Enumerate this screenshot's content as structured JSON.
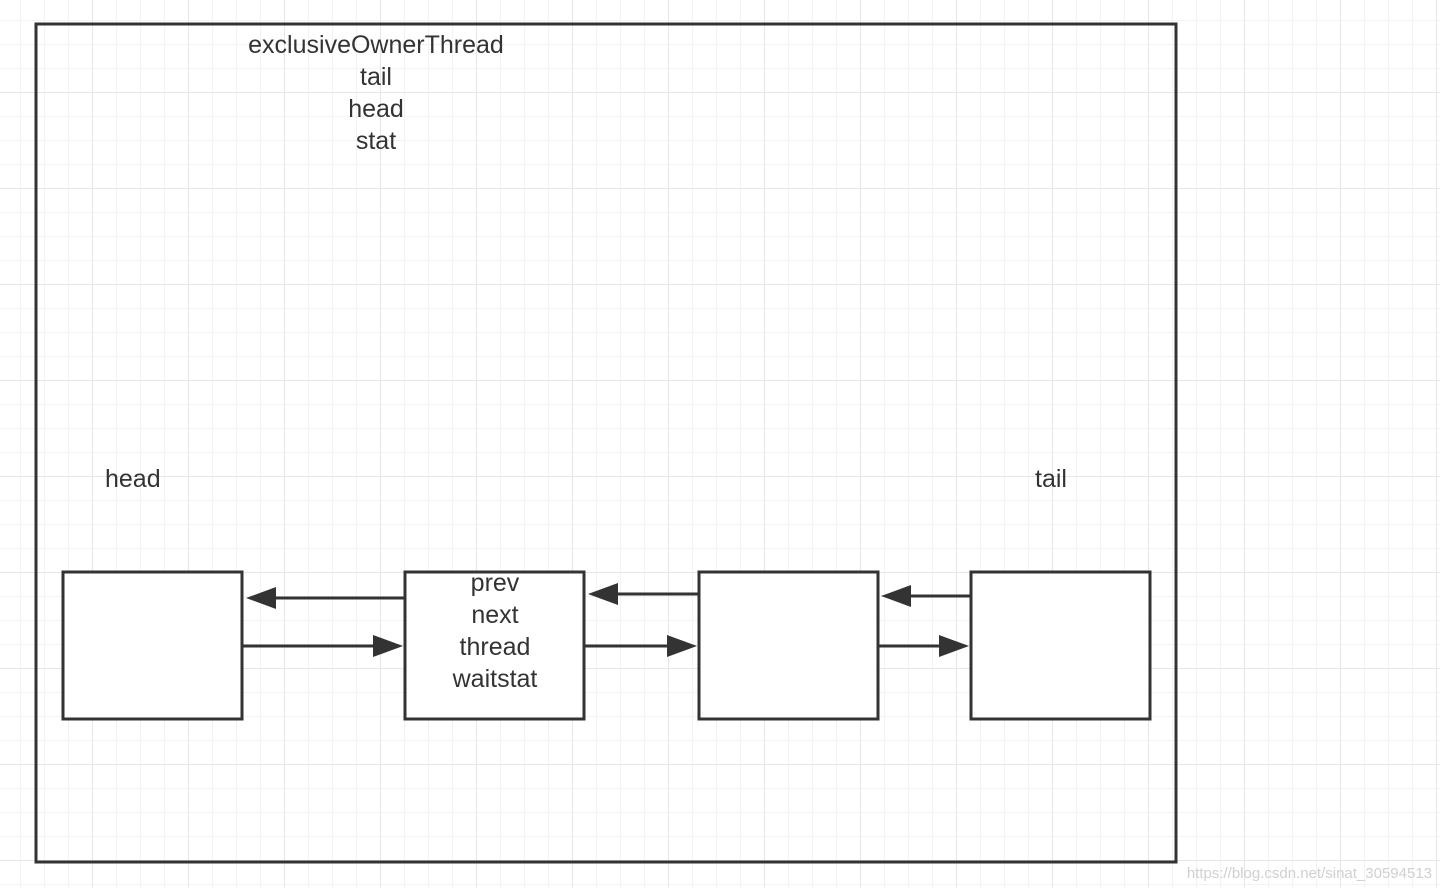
{
  "container": {
    "fields": [
      "exclusiveOwnerThread",
      "tail",
      "head",
      "stat"
    ]
  },
  "labels": {
    "head": "head",
    "tail": "tail"
  },
  "nodes": [
    {
      "id": "node-1",
      "fields": []
    },
    {
      "id": "node-2",
      "fields": [
        "prev",
        "next",
        "thread",
        "waitstat"
      ]
    },
    {
      "id": "node-3",
      "fields": []
    },
    {
      "id": "node-4",
      "fields": []
    }
  ],
  "colors": {
    "stroke": "#333333",
    "text": "#333333",
    "grid": "#e6e6e6"
  },
  "watermark": "https://blog.csdn.net/sinat_30594513"
}
